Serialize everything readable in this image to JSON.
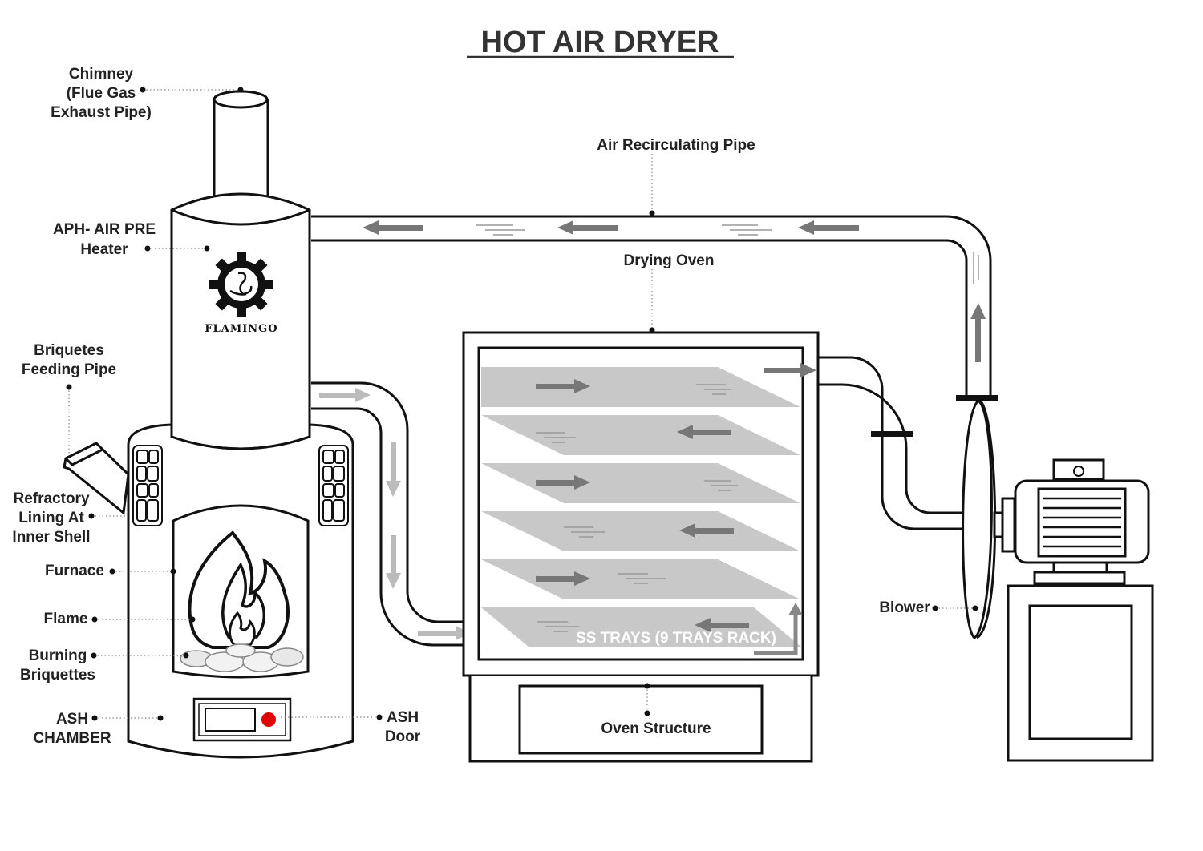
{
  "title": "HOT AIR DRYER",
  "brand": "FLAMINGO",
  "labels": {
    "chimney": [
      "Chimney",
      "(Flue Gas",
      "Exhaust Pipe)"
    ],
    "aph": [
      "APH- AIR PRE",
      "Heater"
    ],
    "briquetes_feeding": [
      "Briquetes",
      "Feeding Pipe"
    ],
    "refractory": [
      "Refractory",
      "Lining At",
      "Inner Shell"
    ],
    "furnace": "Furnace",
    "flame": "Flame",
    "burning": [
      "Burning",
      "Briquettes"
    ],
    "ash_chamber": [
      "ASH",
      "CHAMBER"
    ],
    "ash_door": [
      "ASH",
      "Door"
    ],
    "air_recirculating": "Air Recirculating Pipe",
    "drying_oven": "Drying Oven",
    "ss_trays": "SS TRAYS (9 TRAYS RACK)",
    "oven_structure": "Oven Structure",
    "blower": "Blower"
  },
  "colors": {
    "outline": "#111111",
    "tray": "#c8c8c8",
    "arrow": "#777777",
    "ash_door_button": "#e00000"
  },
  "icons": [
    "gear-logo-icon",
    "flame-icon",
    "wind-icon",
    "motor-icon"
  ]
}
